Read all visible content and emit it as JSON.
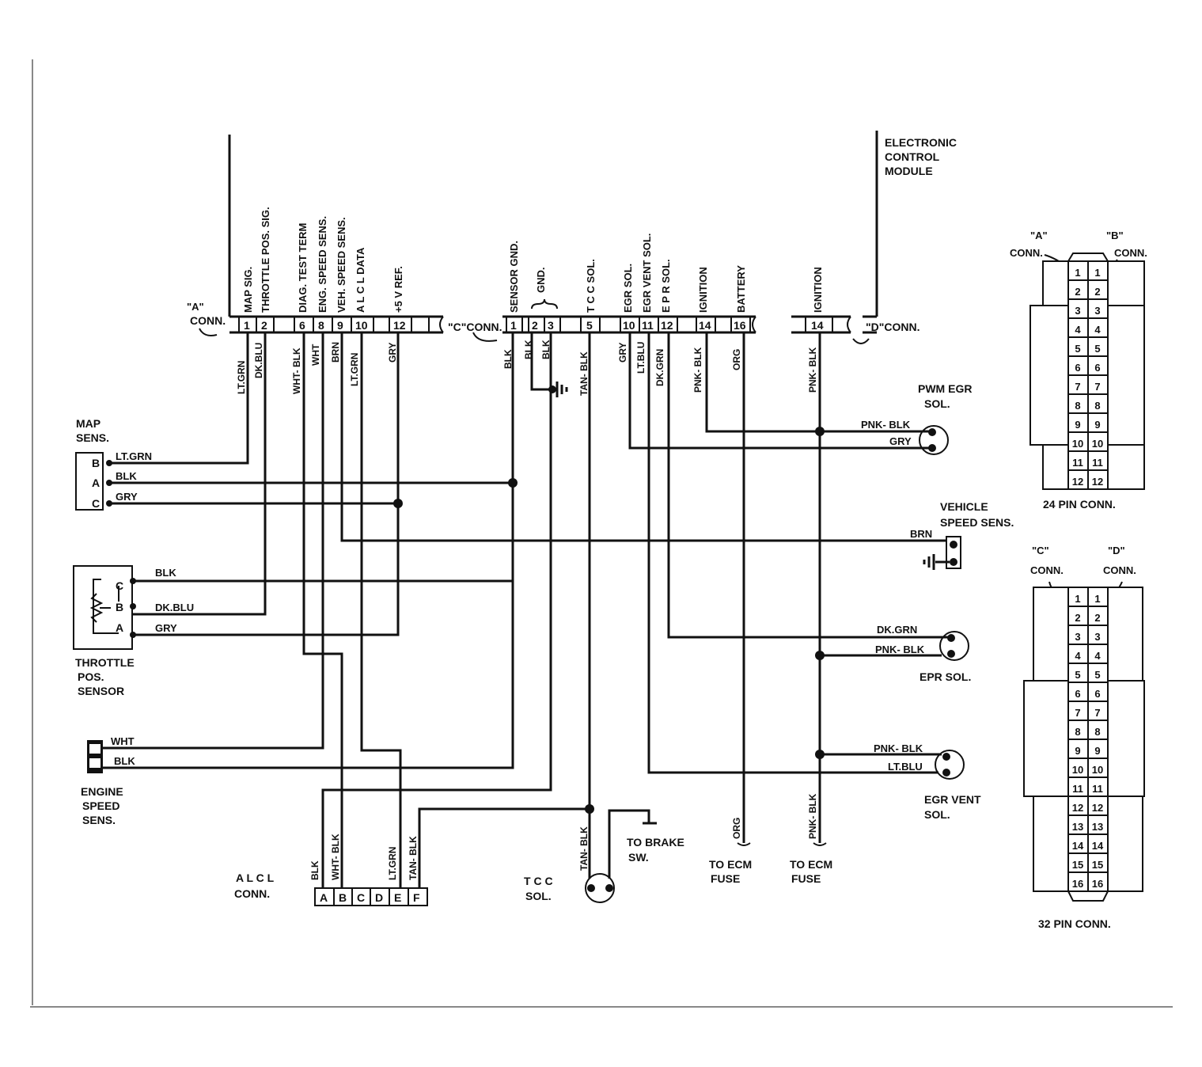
{
  "ecm": {
    "title_lines": [
      "ELECTRONIC",
      "CONTROL",
      "MODULE"
    ]
  },
  "connectors": {
    "a_conn": [
      "\"A\"",
      "CONN."
    ],
    "c_conn": "\"C\"CONN.",
    "d_conn": "\"D\"CONN.",
    "a_pins": [
      "1",
      "2",
      "6",
      "8",
      "9",
      "10",
      "12"
    ],
    "c_pins": [
      "1",
      "2",
      "3",
      "5",
      "10",
      "11",
      "12",
      "14",
      "16"
    ],
    "d_pins": [
      "14"
    ]
  },
  "ecm_signals": {
    "map_sig": "MAP SIG.",
    "throttle_pos_sig": "THROTTLE POS. SIG.",
    "diag_test_term": "DIAG. TEST TERM",
    "eng_speed_sens": "ENG. SPEED SENS.",
    "veh_speed_sens": "VEH. SPEED SENS.",
    "alcl_data": "A L C L DATA",
    "five_v_ref": "+5 V REF.",
    "sensor_gnd": "SENSOR GND.",
    "gnd": "GND.",
    "tcc_sol": "T C C SOL.",
    "egr_sol": "EGR SOL.",
    "egr_vent_sol": "EGR VENT SOL.",
    "epr_sol": "E P R SOL.",
    "ignition": "IGNITION",
    "battery": "BATTERY",
    "ignition_d": "IGNITION"
  },
  "wire_colors": {
    "lt_grn": "LT.GRN",
    "dk_blu": "DK.BLU",
    "wht_blk": "WHT- BLK",
    "wht": "WHT",
    "brn": "BRN",
    "gry": "GRY",
    "blk": "BLK",
    "tan_blk": "TAN- BLK",
    "lt_blu": "LT.BLU",
    "dk_grn": "DK.GRN",
    "pnk_blk": "PNK- BLK",
    "org": "ORG",
    "map_lt_grn": "LT.GRN",
    "map_blk": "BLK",
    "map_gry": "GRY",
    "tps_blk": "BLK",
    "tps_dk_blu": "DK.BLU",
    "tps_gry": "GRY",
    "ess_wht": "WHT",
    "ess_blk": "BLK",
    "pwm_pnk_blk": "PNK- BLK",
    "pwm_gry": "GRY",
    "vss_brn": "BRN",
    "epr_dk_grn": "DK.GRN",
    "epr_pnk_blk": "PNK- BLK",
    "egrv_pnk_blk": "PNK- BLK",
    "egrv_lt_blu": "LT.BLU",
    "alcl_blk": "BLK",
    "alcl_wht_blk": "WHT- BLK",
    "alcl_lt_grn": "LT.GRN",
    "alcl_tan_blk": "TAN- BLK",
    "tcc_tan_blk": "TAN- BLK",
    "fuse_org": "ORG",
    "fuse_pnk_blk": "PNK- BLK"
  },
  "components": {
    "map_sens": [
      "MAP",
      "SENS."
    ],
    "map_pins": [
      "B",
      "A",
      "C"
    ],
    "throttle_pos_sensor": [
      "THROTTLE",
      "POS.",
      "SENSOR"
    ],
    "tps_pins": [
      "C",
      "B",
      "A"
    ],
    "engine_speed_sens": [
      "ENGINE",
      "SPEED",
      "SENS."
    ],
    "pwm_egr_sol": [
      "PWM EGR",
      "SOL."
    ],
    "vehicle_speed_sens": [
      "VEHICLE",
      "SPEED SENS."
    ],
    "epr_sol": "EPR SOL.",
    "egr_vent_sol": [
      "EGR VENT",
      "SOL."
    ],
    "alcl_conn": [
      "A L C L",
      "CONN."
    ],
    "alcl_pins": [
      "A",
      "B",
      "C",
      "D",
      "E",
      "F"
    ],
    "tcc_sol": [
      "T C C",
      "SOL."
    ],
    "to_brake_sw": [
      "TO BRAKE",
      "SW."
    ],
    "to_ecm_fuse_1": [
      "TO ECM",
      "FUSE"
    ],
    "to_ecm_fuse_2": [
      "TO ECM",
      "FUSE"
    ]
  },
  "pin_connectors": {
    "ab_labels": [
      "\"A\"",
      "CONN.",
      "\"B\"",
      "CONN."
    ],
    "pin_24_title": "24 PIN CONN.",
    "pins_24": [
      "1",
      "2",
      "3",
      "4",
      "5",
      "6",
      "7",
      "8",
      "9",
      "10",
      "11",
      "12"
    ],
    "cd_labels": [
      "\"C\"",
      "CONN.",
      "\"D\"",
      "CONN."
    ],
    "pin_32_title": "32 PIN CONN.",
    "pins_32": [
      "1",
      "2",
      "3",
      "4",
      "5",
      "6",
      "7",
      "8",
      "9",
      "10",
      "11",
      "12",
      "13",
      "14",
      "15",
      "16"
    ]
  }
}
